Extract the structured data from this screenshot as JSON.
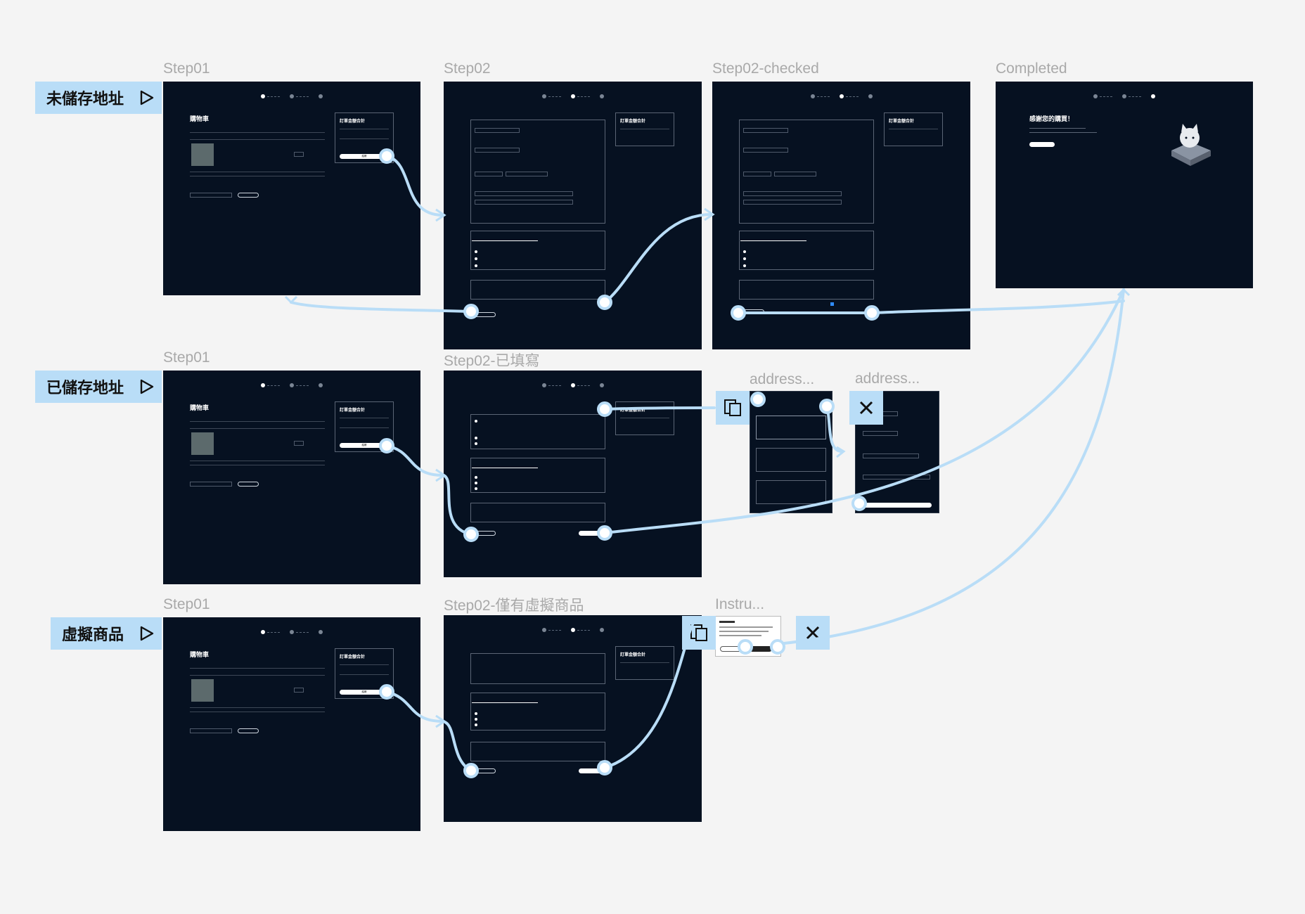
{
  "flows": [
    {
      "label": "未儲存地址"
    },
    {
      "label": "已儲存地址"
    },
    {
      "label": "虛擬商品"
    }
  ],
  "frame_titles": {
    "r1_step01": "Step01",
    "r1_step02": "Step02",
    "r1_step02_checked": "Step02-checked",
    "r1_completed": "Completed",
    "r2_step01": "Step01",
    "r2_step02": "Step02-已填寫",
    "r2_address1": "address...",
    "r2_address2": "address...",
    "r3_step01": "Step01",
    "r3_step02": "Step02-僅有虛擬商品",
    "r3_instru": "Instru..."
  },
  "mock": {
    "cart_title": "購物車",
    "order_total": "訂單金額合計",
    "checkout_btn": "結帳",
    "thanks": "感謝您的購買！"
  },
  "colors": {
    "canvas": "#f4f4f4",
    "frame": "#061121",
    "flow_label_bg": "#b9ddf7",
    "connector": "#b9ddf7"
  },
  "icons": {
    "flow_start": "play-outline-icon",
    "overlay": "overlay-icon",
    "close": "close-icon"
  }
}
